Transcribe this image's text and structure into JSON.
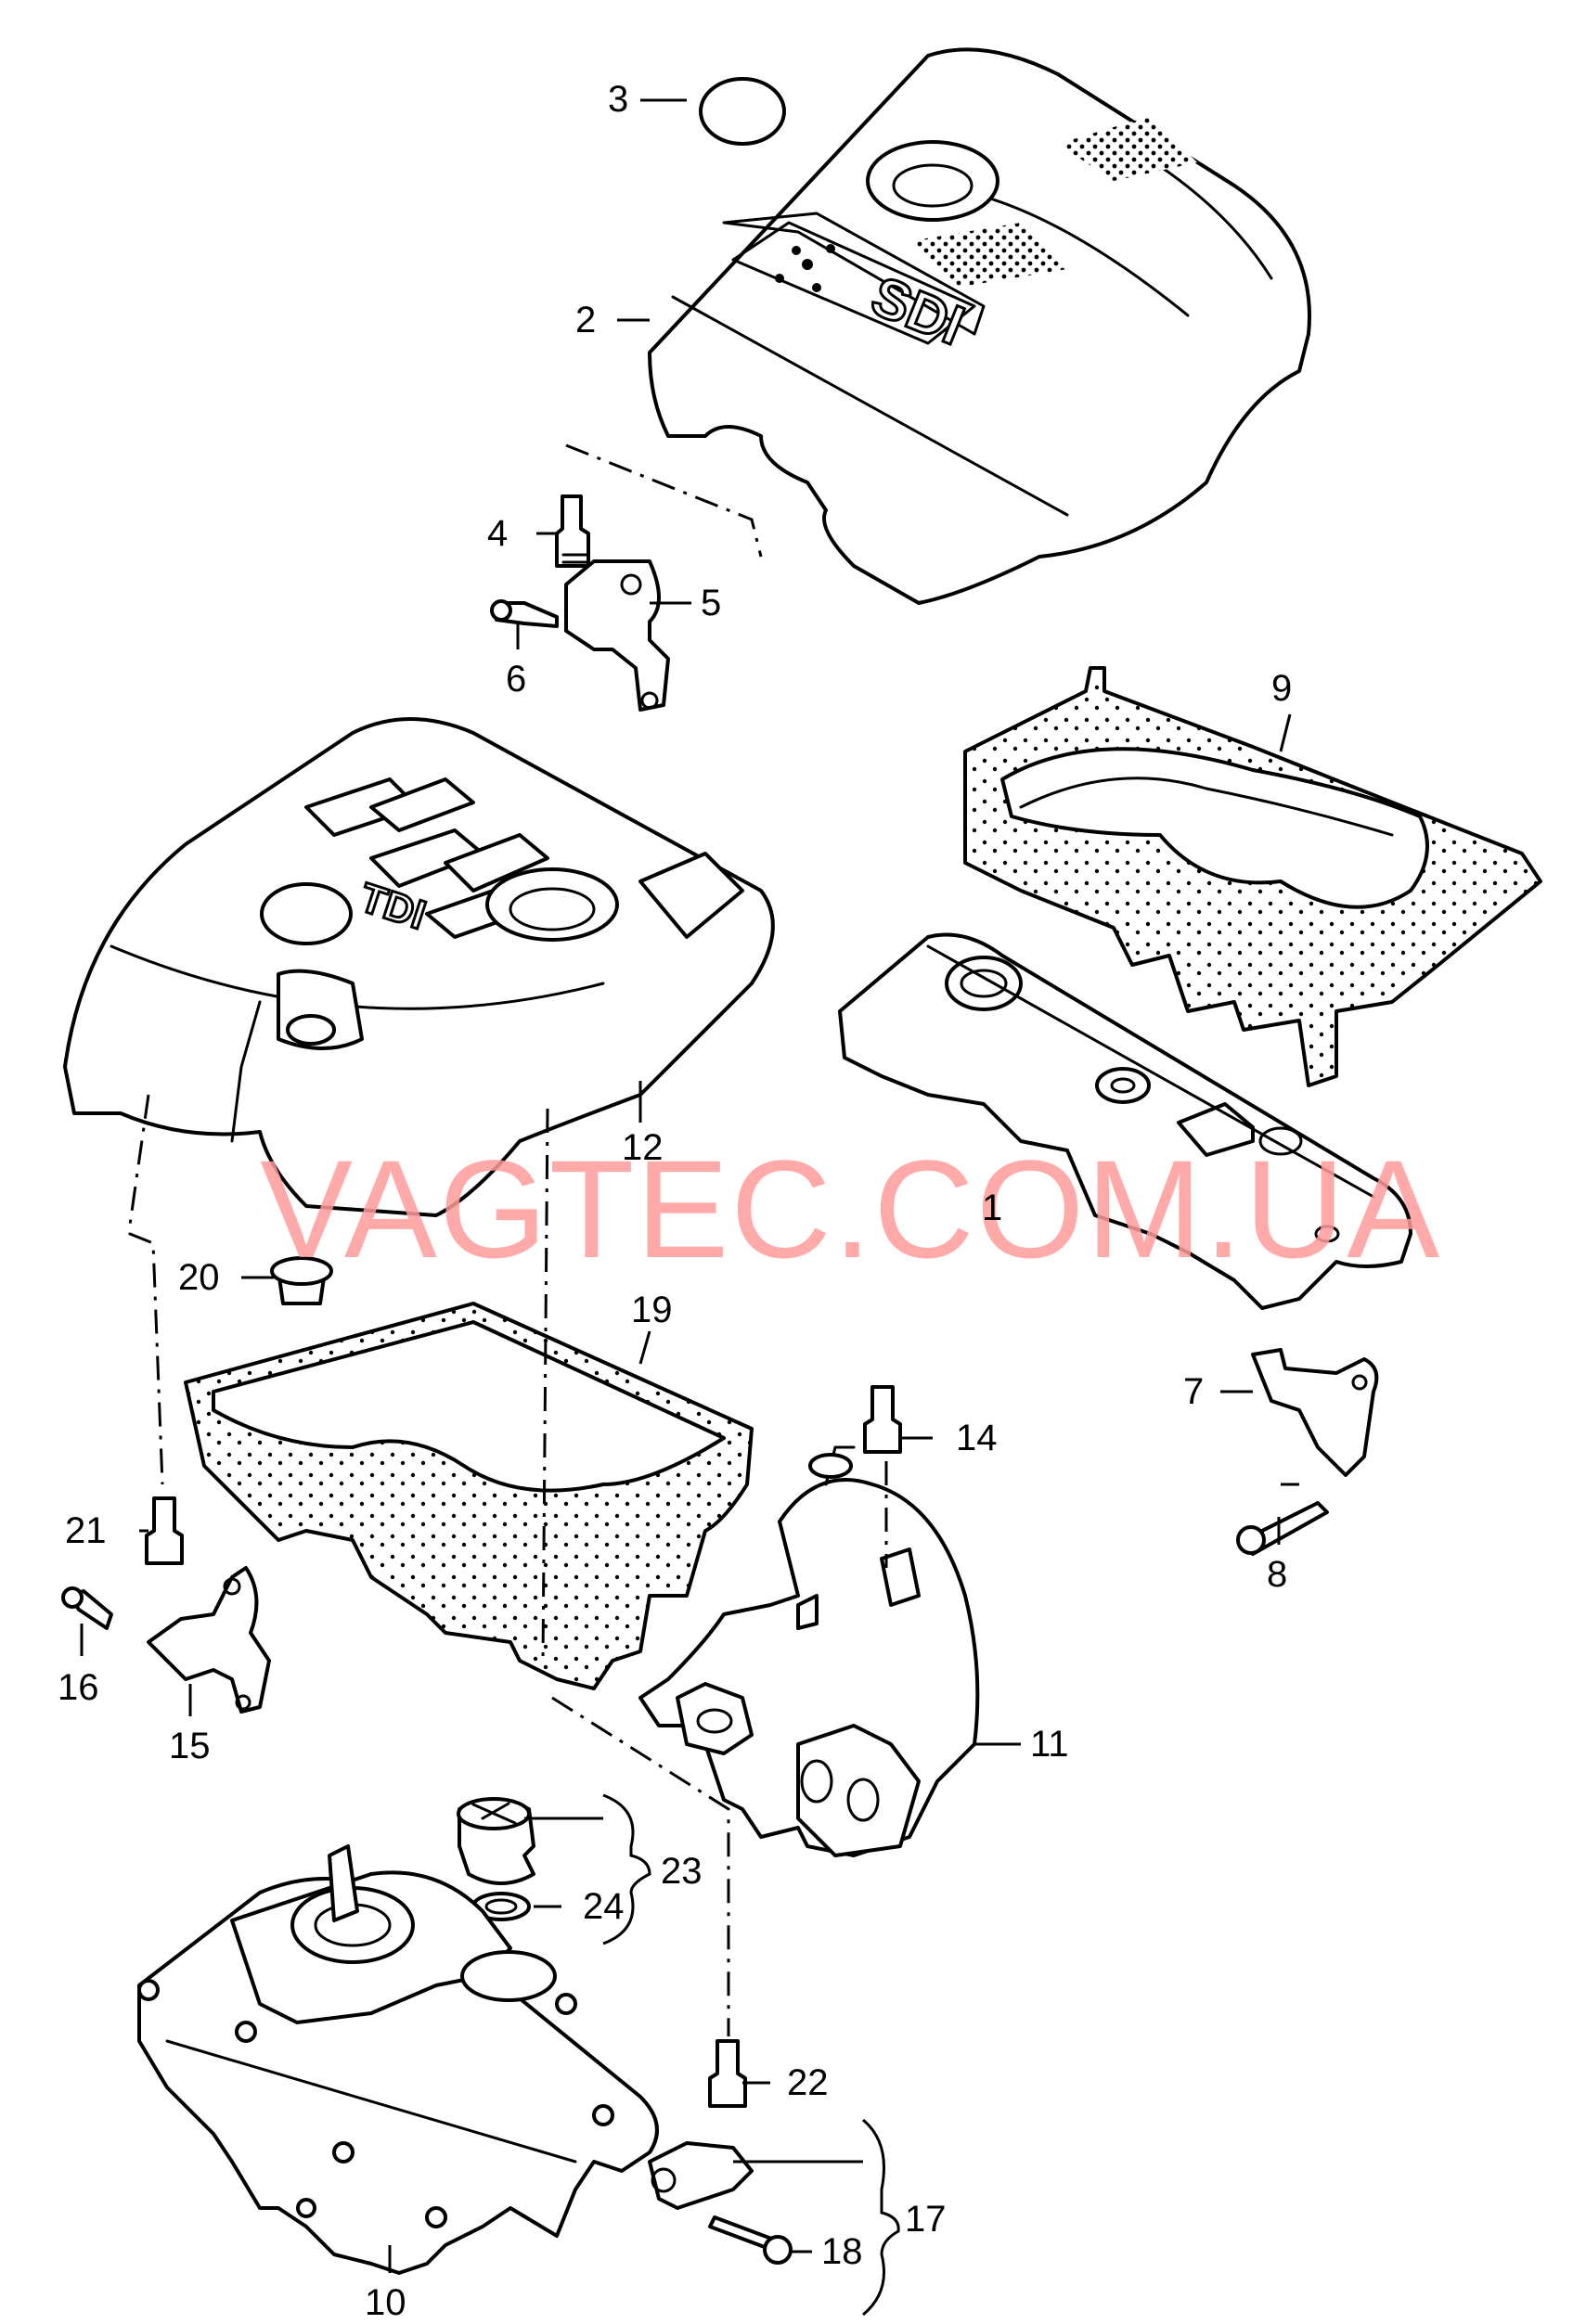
{
  "watermark": "VAGTEC.COM.UA",
  "emblems": {
    "sdi": "SDI",
    "tdi": "TDI"
  },
  "callouts": [
    {
      "id": "1",
      "label": "1"
    },
    {
      "id": "2",
      "label": "2"
    },
    {
      "id": "3",
      "label": "3"
    },
    {
      "id": "4",
      "label": "4"
    },
    {
      "id": "5",
      "label": "5"
    },
    {
      "id": "6",
      "label": "6"
    },
    {
      "id": "7",
      "label": "7"
    },
    {
      "id": "8",
      "label": "8"
    },
    {
      "id": "9",
      "label": "9"
    },
    {
      "id": "10",
      "label": "10"
    },
    {
      "id": "11",
      "label": "11"
    },
    {
      "id": "12",
      "label": "12"
    },
    {
      "id": "14",
      "label": "14"
    },
    {
      "id": "15",
      "label": "15"
    },
    {
      "id": "16",
      "label": "16"
    },
    {
      "id": "17",
      "label": "17"
    },
    {
      "id": "18",
      "label": "18"
    },
    {
      "id": "19",
      "label": "19"
    },
    {
      "id": "20",
      "label": "20"
    },
    {
      "id": "21",
      "label": "21"
    },
    {
      "id": "22",
      "label": "22"
    },
    {
      "id": "23",
      "label": "23"
    },
    {
      "id": "24",
      "label": "24"
    }
  ]
}
